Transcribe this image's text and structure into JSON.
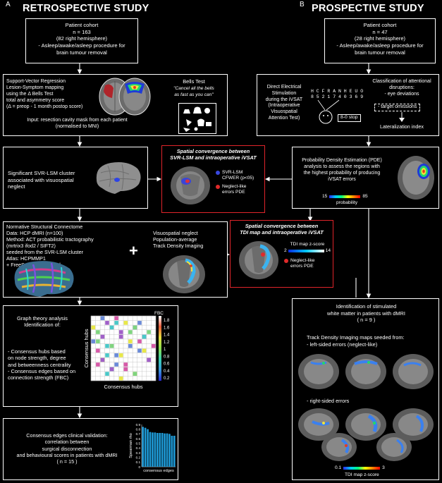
{
  "panels": {
    "a_letter": "A",
    "b_letter": "B",
    "retro_title": "RETROSPECTIVE STUDY",
    "pro_title": "PROSPECTIVE STUDY"
  },
  "retro": {
    "cohort": [
      "Patient cohort",
      "n = 163",
      "(82 right hemisphere)",
      "- Asleep/awake/asleep procedure for",
      "brain tumour removal"
    ],
    "svr": [
      "Support-Vector Regression",
      "Lesion-Symptom mapping",
      "using the Δ Bells Test",
      "total and asymmetry score",
      "(Δ = preop - 1 month postop score)",
      "",
      "Input: resection cavity mask from each patient",
      "(normalised to MNI)"
    ],
    "bells_title": "Bells Test",
    "bells_quote": [
      "\"Cancel all the bells",
      "as fast as you can\""
    ],
    "cluster": [
      "Significant SVR-LSM cluster",
      "associated with visuospatial",
      "neglect"
    ],
    "connectome": [
      "Normative Structural Connectome",
      "Data: HCP dMRI (n=100)",
      "Method: ACT probabilistic tractography",
      "(mrtrix3 ifod2 / SIFT2)",
      "seeded from the SVR-LSM cluster",
      "Atlas: HCPMMP1",
      "+ FreeSurfer subcortical"
    ],
    "plus": "+",
    "tdi": [
      "Visuospatial neglect",
      "Population-average",
      "Track Density Imaging"
    ],
    "graph": [
      "Graph theory analysis",
      "",
      "Identification of:",
      "",
      "- Consensus hubs based",
      "on node strength, degree",
      "and betweenness centrality",
      "- Consensus edges based on",
      "connection strength (FBC)"
    ],
    "validation": [
      "Consensus edges clinical validation:",
      "correlation between",
      "surgical disconnection",
      "and behavioural scores in patients with dMRI",
      "( n = 15 )"
    ]
  },
  "center": {
    "top_title": [
      "Spatial convergence between",
      "SVR-LSM and intraoperative iVSAT"
    ],
    "top_legend_1": [
      "SVR-LSM",
      "CFWER (p<05)"
    ],
    "top_legend_2": [
      "Neglect-like",
      "errors PDE"
    ],
    "bottom_title": [
      "Spatial convergence between",
      "TDI map and intraoperative iVSAT"
    ],
    "bottom_cbar_label": "TDI map z-score",
    "bottom_cbar_min": "2",
    "bottom_cbar_max": "14",
    "bottom_legend": [
      "Neglect-like",
      "errors PDE"
    ]
  },
  "pro": {
    "cohort": [
      "Patient cohort",
      "n = 47",
      "(28 right hemisphere)",
      "- Asleep/awake/asleep procedure for",
      "brain tumour removal"
    ],
    "des": [
      "Direct Electrical",
      "Stimulation",
      "during the iVSAT",
      "(Intraoperative",
      "Visuospatial",
      "Attention Test)"
    ],
    "ivsat_row1": "H C F R A N H E U O",
    "ivsat_row2": "8 5 2 1 7 4 0 3 6 9",
    "ivsat_stop": "8-0  stop",
    "classif": [
      "Classification of attentional",
      "disruptions:",
      "- eye deviations"
    ],
    "target_omissions": "- target omissions",
    "lateralization": "Lateralization index",
    "pde": [
      "Probability Density Estimation (PDE)",
      "analysis to assess the regions with",
      "the highest probability of producing",
      "iVSAT errors"
    ],
    "pde_min": "15",
    "pde_max": "85",
    "pde_label": "probability",
    "stim": [
      "Identification of stimulated",
      "white matter in patients with dMRI",
      "( n = 9 )"
    ],
    "track": [
      "Track Density Imaging maps seeded from:",
      "- left-sided errors (neglect-like)"
    ],
    "right_errors": "- right-sided errors",
    "tdi_min": "0.1",
    "tdi_max": "3",
    "tdi_label": "TDI map z-score"
  },
  "chart_data": [
    {
      "type": "heatmap",
      "xlabel": "Consensus hubs",
      "ylabel": "Consensus hubs",
      "colorbar_title": "FBC",
      "colorbar_ticks": [
        "1.8",
        "1.6",
        "1.4",
        "1.2",
        "1",
        "0.8",
        "0.6",
        "0.4",
        "0.2"
      ]
    },
    {
      "type": "bar",
      "xlabel": "consensus edges",
      "ylabel": "Spearman rho",
      "yticks": [
        "0.9",
        "0.8",
        "0.7",
        "0.6",
        "0.5",
        "0.4",
        "0.3",
        "0.2",
        "0.1",
        "0"
      ],
      "ylim": [
        0,
        0.9
      ],
      "values": [
        0.85,
        0.83,
        0.8,
        0.74,
        0.73,
        0.73,
        0.72,
        0.72,
        0.72,
        0.71,
        0.71,
        0.7,
        0.66,
        0.66
      ],
      "color": "#1e9ad6"
    }
  ]
}
